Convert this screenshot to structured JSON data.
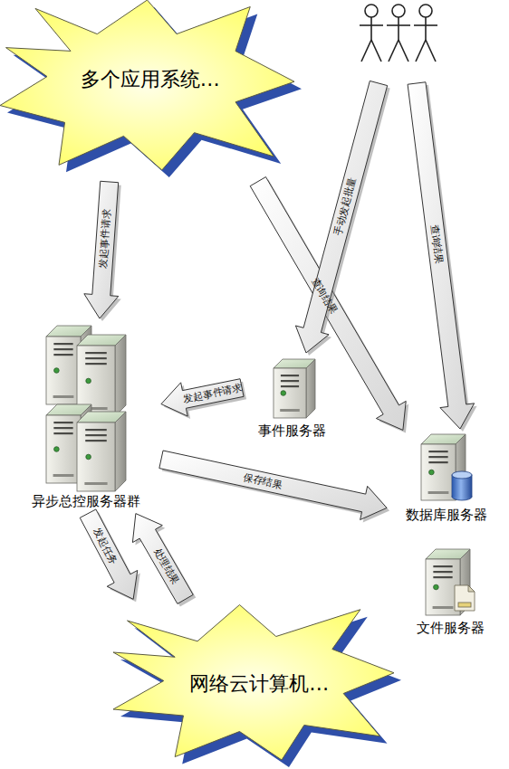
{
  "diagram": {
    "nodes": [
      {
        "text": [
          "多个应用系统…"
        ]
      },
      {
        "text": [
          "异步总控服务器群"
        ]
      },
      {
        "text": [
          "事件服务器"
        ]
      },
      {
        "text": [
          "数据库服务器"
        ]
      },
      {
        "text": [
          "文件服务器"
        ]
      },
      {
        "text": [
          "网络云计算机…"
        ]
      }
    ],
    "edges": [
      {
        "from": 0,
        "to": 1,
        "label": "发起事件请求",
        "arrow": "to"
      },
      {
        "from": 0,
        "to": 3,
        "label": "查询结果",
        "arrow": "to"
      },
      {
        "from": 2,
        "to": 1,
        "label": "发起事件请求",
        "arrow": "to"
      },
      {
        "from": 1,
        "to": 3,
        "label": "保存结果",
        "arrow": "to"
      },
      {
        "from": 1,
        "to": 5,
        "label": "发起任务",
        "arrow": "to"
      },
      {
        "from": 5,
        "to": 1,
        "label": "处理结果",
        "arrow": "to"
      }
    ],
    "labels": [
      "手动发起批量",
      "查询结果"
    ]
  }
}
